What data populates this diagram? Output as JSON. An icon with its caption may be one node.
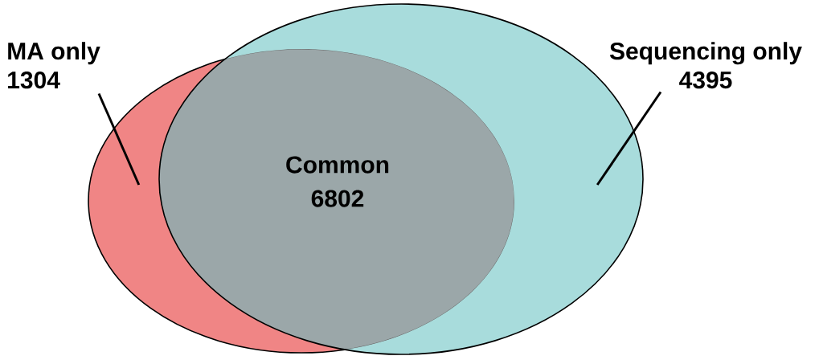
{
  "diagram": {
    "nodes": [
      {
        "text": [
          "MA only",
          "1304"
        ]
      },
      {
        "text": [
          "Sequencing only",
          "4395"
        ]
      },
      {
        "text": [],
        "shape": "ellipse"
      },
      {
        "text": [],
        "shape": "ellipse"
      }
    ],
    "edges": [
      {
        "from": 0,
        "to": 2,
        "arrow": "none"
      },
      {
        "from": 1,
        "to": 3,
        "arrow": "none"
      }
    ],
    "labels": [
      "Common",
      "6802"
    ]
  }
}
